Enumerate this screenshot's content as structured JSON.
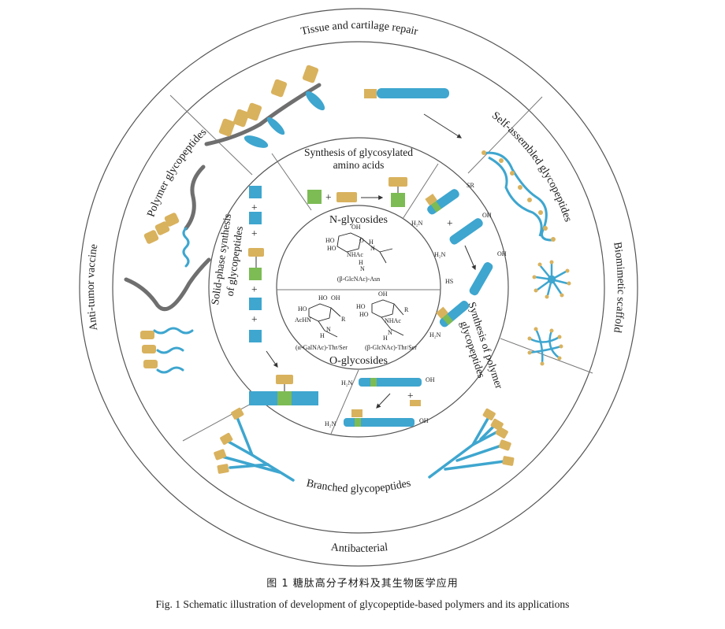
{
  "outer_ring": {
    "top": "Tissue and cartilage repair",
    "right": "Biomimetic scaffold",
    "bottom": "Antibacterial",
    "left": "Anti-tumor vaccine"
  },
  "middle_ring": {
    "polymer": "Polymer glycopeptides",
    "self_assembled": "Self-assembled glycopeptides",
    "branched": "Branched glycopeptides"
  },
  "inner_ring": {
    "glycosylated_line1": "Synthesis of glycosylated",
    "glycosylated_line2": "amino acids",
    "solid_phase": "Solid-phase synthesis",
    "solid_phase_2": "of glycopeptides",
    "polymer_synthesis": "Synthesis of polymer",
    "polymer_synthesis_2": "glycopeptides"
  },
  "center": {
    "n_title": "N-glycosides",
    "n_caption": "(β-GlcNAc)-Asn",
    "o_title": "O-glycosides",
    "o_caption_1": "(α-GalNAc)-Thr/Ser",
    "o_caption_2": "(β-GlcNAc)-Thr/Ser"
  },
  "chem_labels": {
    "oh": "OH",
    "ho": "HO",
    "nhac": "NHAc",
    "acnh": "AcHN",
    "h": "H",
    "n": "N",
    "o": "O",
    "r": "R",
    "h2n": "H₂N",
    "sr": "SR",
    "hs": "HS",
    "plus": "+"
  },
  "caption": {
    "cn": "图 1   糖肽高分子材料及其生物医学应用",
    "en": "Fig. 1   Schematic illustration of development of glycopeptide-based polymers and its applications"
  },
  "colors": {
    "blue": "#3ea6cf",
    "gold": "#d9b25e",
    "green": "#7dbb55",
    "gray": "#6f6f6f",
    "ring": "#555555"
  }
}
